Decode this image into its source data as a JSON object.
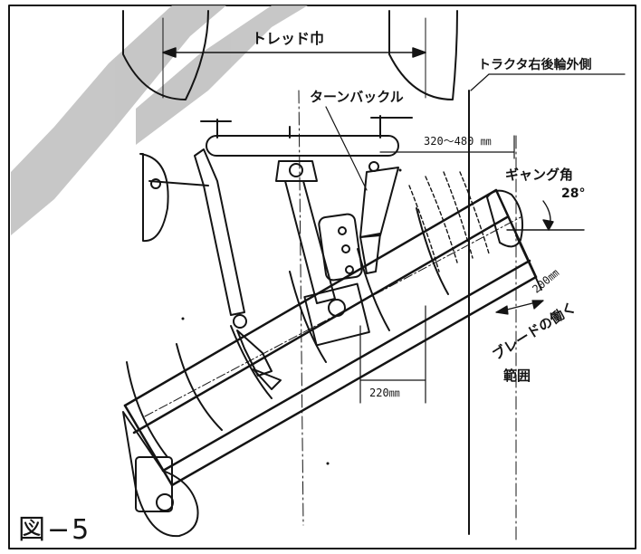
{
  "figure": {
    "label": "図−5"
  },
  "labels": {
    "tread_width": "トレッド巾",
    "tractor_rear_wheel_outer": "トラクタ右後輪外側",
    "turnbuckle": "ターンバックル",
    "offset_range": "320〜480 ㎜",
    "gang_angle": "ギャング角",
    "gang_angle_value": "28°",
    "blade_offset": "200㎜",
    "blade_range_line1": "ブレードの働く",
    "blade_range_line2": "範囲",
    "center_offset": "220㎜"
  },
  "colors": {
    "ink": "#141414",
    "paper": "#ffffff",
    "watermark": "#bdbdbd"
  }
}
